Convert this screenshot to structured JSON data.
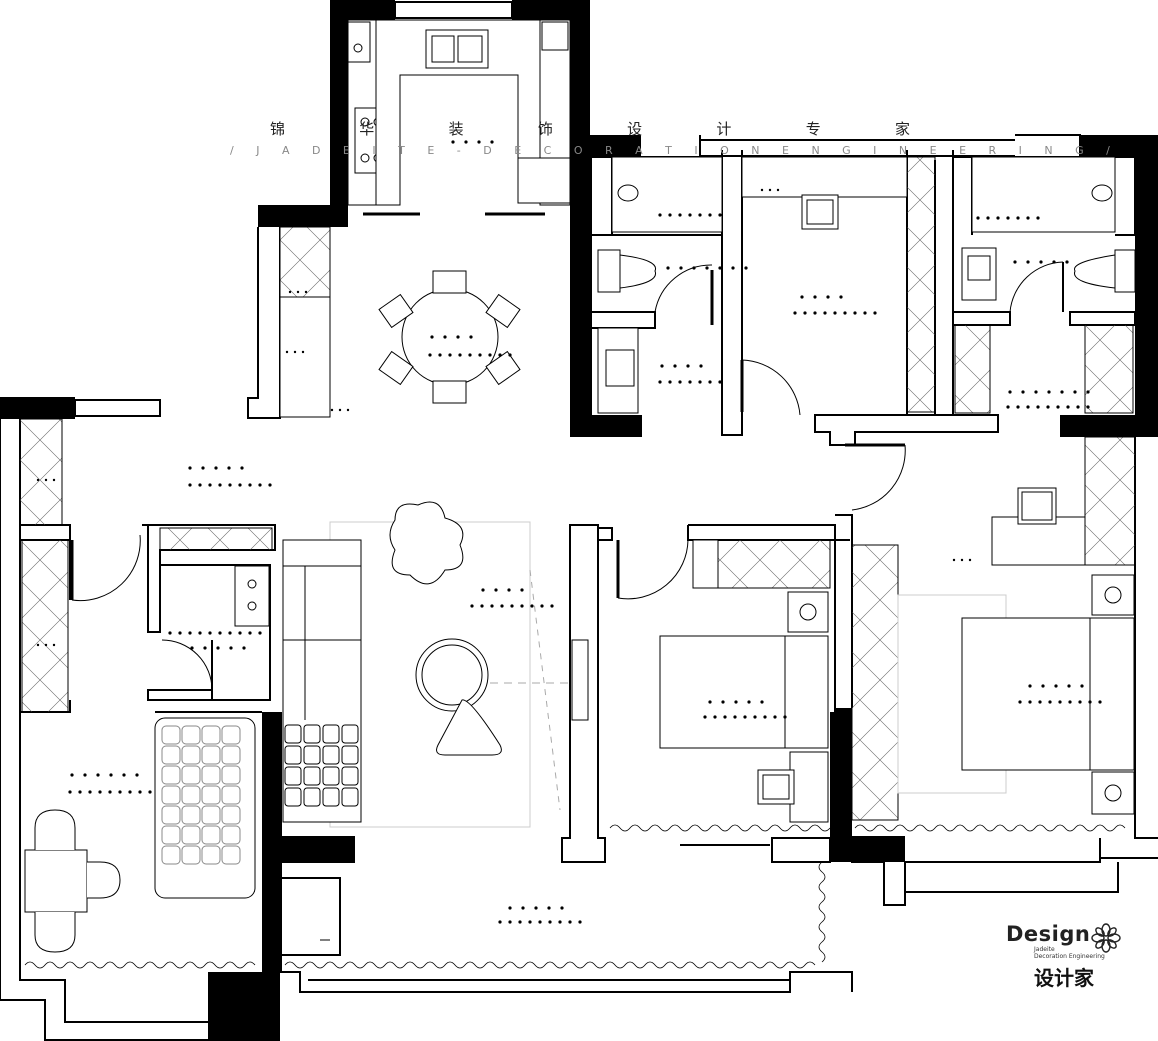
{
  "watermark": {
    "cn_chars": [
      "锦",
      "华",
      "装",
      "饰",
      "设",
      "计",
      "专",
      "家"
    ],
    "en_line": "/ J A D E I T E - D E C O R A T I O N  E N G I N E E R I N G /"
  },
  "brand": {
    "word": "Design",
    "line1": "Jadeite",
    "line2": "Decoration Engineering",
    "cn": "设计家",
    "icon": "lotus-flower-icon"
  },
  "colors": {
    "wall": "#000000",
    "line": "#000000",
    "background": "#ffffff",
    "watermark": "#888888"
  }
}
